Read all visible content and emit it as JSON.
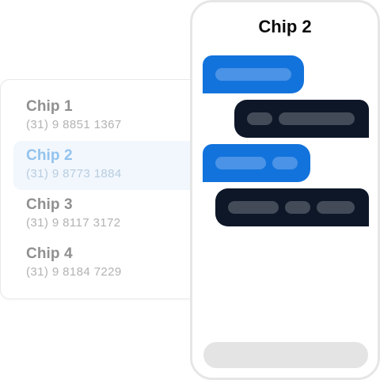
{
  "contacts": [
    {
      "name": "Chip 1",
      "phone": "(31) 9 8851 1367"
    },
    {
      "name": "Chip 2",
      "phone": "(31) 9 8773 1884"
    },
    {
      "name": "Chip 3",
      "phone": "(31) 9 8117 3172"
    },
    {
      "name": "Chip 4",
      "phone": "(31) 9 8184 7229"
    }
  ],
  "selected_contact": "Chip 2",
  "chat": {
    "title": "Chip 2",
    "message_sequence": [
      "incoming",
      "outgoing",
      "incoming",
      "outgoing"
    ]
  },
  "colors": {
    "accent": "#1373dc",
    "dark_bubble": "#0d1728",
    "selected_row": "#f1f7fd",
    "composer": "#e4e4e4"
  }
}
